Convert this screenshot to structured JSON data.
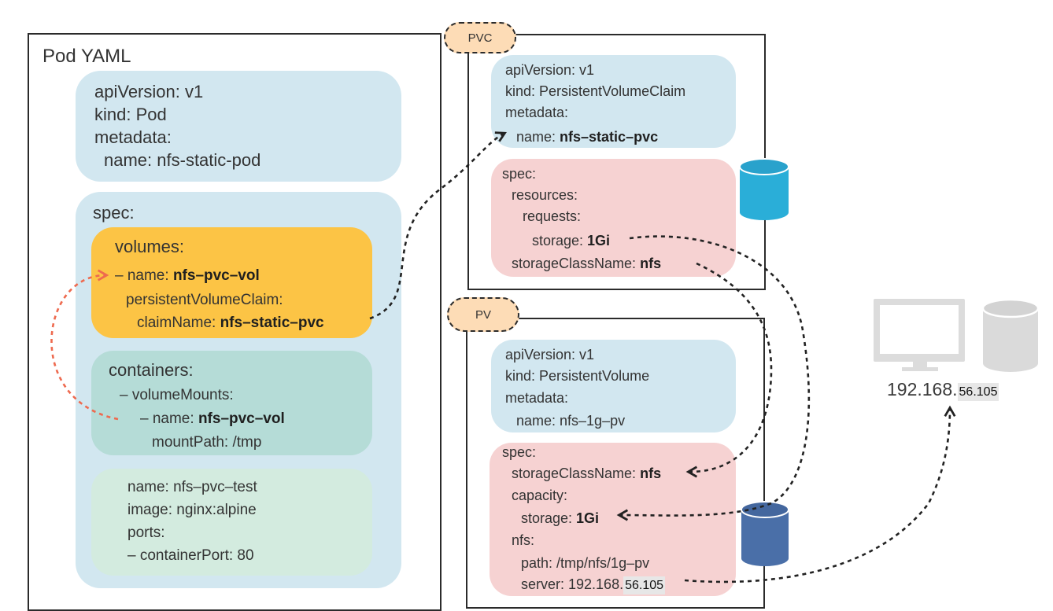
{
  "pod": {
    "title": "Pod YAML",
    "meta": [
      {
        "k": "apiVersion: ",
        "v": "v1"
      },
      {
        "k": "kind: ",
        "v": "Pod"
      },
      {
        "k": "metadata:",
        "v": ""
      },
      {
        "k": "  name: ",
        "v": "nfs-static-pod"
      }
    ],
    "spec_label": "spec:",
    "volumes": {
      "label": "volumes:",
      "name_key": "– name: ",
      "name_val": "nfs–pvc–vol",
      "pvc_key": "persistentVolumeClaim:",
      "claim_key": "claimName: ",
      "claim_val": "nfs–static–pvc"
    },
    "containers": {
      "label": "containers:",
      "mounts_key": "– volumeMounts:",
      "name_key": "– name: ",
      "name_val": "nfs–pvc–vol",
      "path_line": "mountPath: /tmp"
    },
    "container": [
      "name: nfs–pvc–test",
      "image: nginx:alpine",
      "ports:",
      "– containerPort: 80"
    ]
  },
  "pvc": {
    "tag": "PVC",
    "meta": [
      "apiVersion: v1",
      "kind: PersistentVolumeClaim",
      "metadata:"
    ],
    "name_key": "name: ",
    "name_val": "nfs–static–pvc",
    "spec_label": "spec:",
    "resources": "resources:",
    "requests": "requests:",
    "storage_key": "storage: ",
    "storage_val": "1Gi",
    "sc_key": "storageClassName: ",
    "sc_val": "nfs"
  },
  "pv": {
    "tag": "PV",
    "meta": [
      "apiVersion: v1",
      "kind: PersistentVolume",
      "metadata:",
      "name: nfs–1g–pv"
    ],
    "spec_label": "spec:",
    "sc_key": "storageClassName: ",
    "sc_val": "nfs",
    "capacity": "capacity:",
    "storage_key": "storage: ",
    "storage_val": "1Gi",
    "nfs_label": "nfs:",
    "path_line": "path: /tmp/nfs/1g–pv",
    "server_key": "server: 192.168.",
    "server_tail": "56.105"
  },
  "server": {
    "ip_prefix": "192.168.",
    "ip_tail": "56.105"
  },
  "colors": {
    "cyl_pvc": "#2aaed8",
    "cyl_pv": "#4a6fa8",
    "cyl_server": "#d9d9d9",
    "link_red": "#ee6a4f"
  }
}
